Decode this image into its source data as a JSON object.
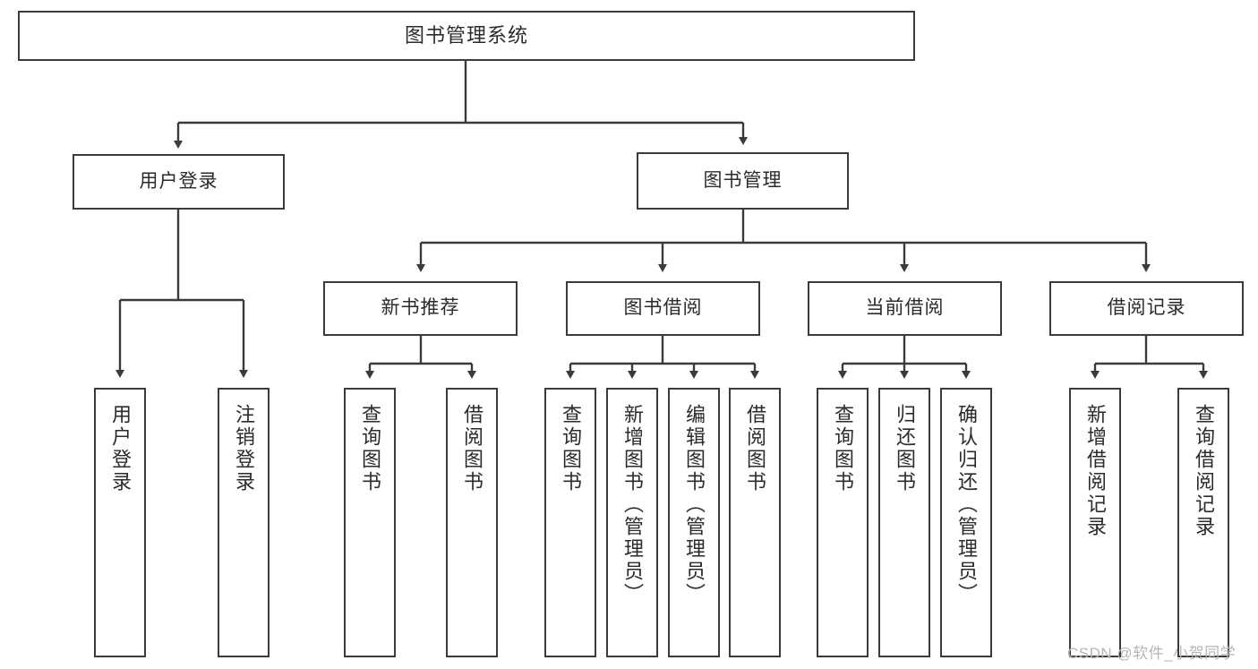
{
  "diagram": {
    "type": "tree",
    "title": "图书管理系统",
    "root": {
      "label": "图书管理系统"
    },
    "level1": [
      {
        "label": "用户登录"
      },
      {
        "label": "图书管理"
      }
    ],
    "level2": [
      {
        "label": "新书推荐"
      },
      {
        "label": "图书借阅"
      },
      {
        "label": "当前借阅"
      },
      {
        "label": "借阅记录"
      }
    ],
    "leaves": {
      "user_login": [
        {
          "label": "用户登录"
        },
        {
          "label": "注销登录"
        }
      ],
      "new_book_recommend": [
        {
          "label": "查询图书"
        },
        {
          "label": "借阅图书"
        }
      ],
      "book_borrow": [
        {
          "label": "查询图书"
        },
        {
          "label": "新增图书（管理员）"
        },
        {
          "label": "编辑图书（管理员）"
        },
        {
          "label": "借阅图书"
        }
      ],
      "current_borrow": [
        {
          "label": "查询图书"
        },
        {
          "label": "归还图书"
        },
        {
          "label": "确认归还（管理员）"
        }
      ],
      "borrow_record": [
        {
          "label": "新增借阅记录"
        },
        {
          "label": "查询借阅记录"
        }
      ]
    },
    "watermark": "CSDN @软件_小贺同学",
    "colors": {
      "stroke": "#3b3b3b",
      "text": "#2b2b2b",
      "background": "#ffffff",
      "watermark": "#b6b6b6"
    }
  }
}
